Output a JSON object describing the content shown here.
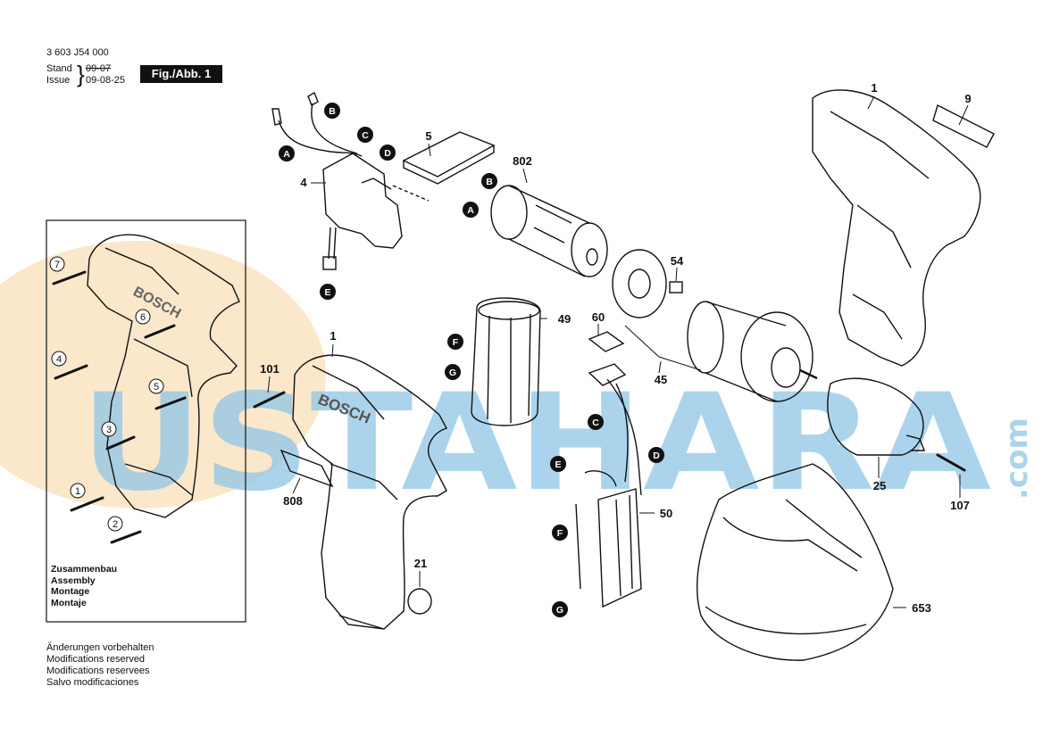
{
  "header": {
    "part_number": "3 603 J54 000",
    "stand_label": "Stand",
    "issue_label": "Issue",
    "stand_date": "09-07",
    "issue_date": "09-08-25",
    "figure_label": "Fig./Abb. 1"
  },
  "inset": {
    "labels": [
      "Zusammenbau",
      "Assembly",
      "Montage",
      "Montaje"
    ],
    "callouts": [
      "7",
      "6",
      "4",
      "5",
      "3",
      "1",
      "2"
    ]
  },
  "notes": [
    "Änderungen vorbehalten",
    "Modifications reserved",
    "Modifications reservees",
    "Salvo modificaciones"
  ],
  "part_numbers": [
    "1",
    "1",
    "4",
    "5",
    "9",
    "21",
    "25",
    "45",
    "49",
    "50",
    "54",
    "60",
    "101",
    "107",
    "653",
    "802",
    "808"
  ],
  "connectors": [
    "A",
    "B",
    "C",
    "D",
    "E",
    "F",
    "G"
  ],
  "brand_text": "BOSCH",
  "watermark": {
    "text": "USTAHARA",
    "suffix": ".com",
    "color": "#8fc6e6",
    "orange": "#f6c98a"
  },
  "colors": {
    "line": "#111111",
    "badge": "#111111"
  }
}
